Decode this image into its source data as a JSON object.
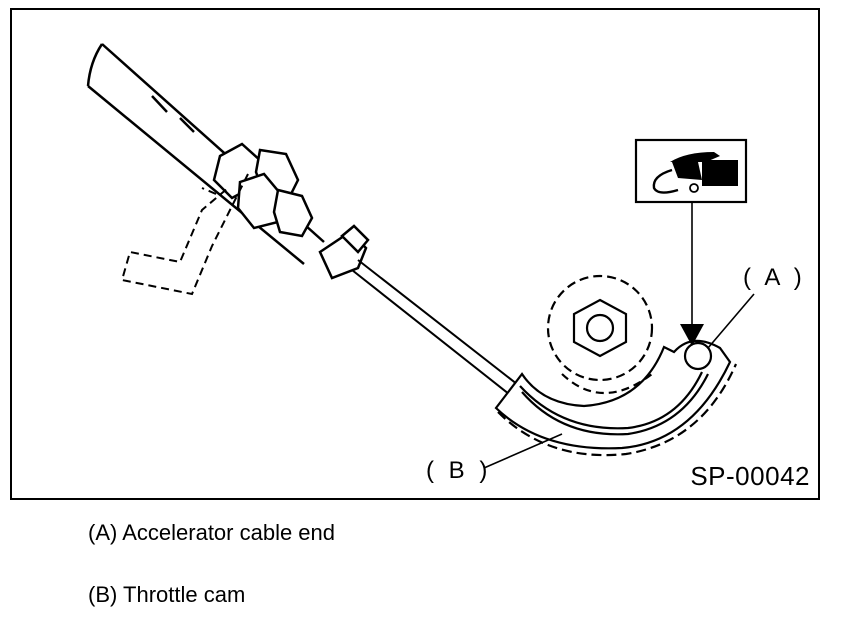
{
  "figure": {
    "id": "SP-00042",
    "callouts": {
      "a": "( A )",
      "b": "( B )"
    },
    "grease_icon": "grease-gun-icon"
  },
  "legend": [
    {
      "text": "(A) Accelerator cable end"
    },
    {
      "text": "(B) Throttle cam"
    }
  ]
}
